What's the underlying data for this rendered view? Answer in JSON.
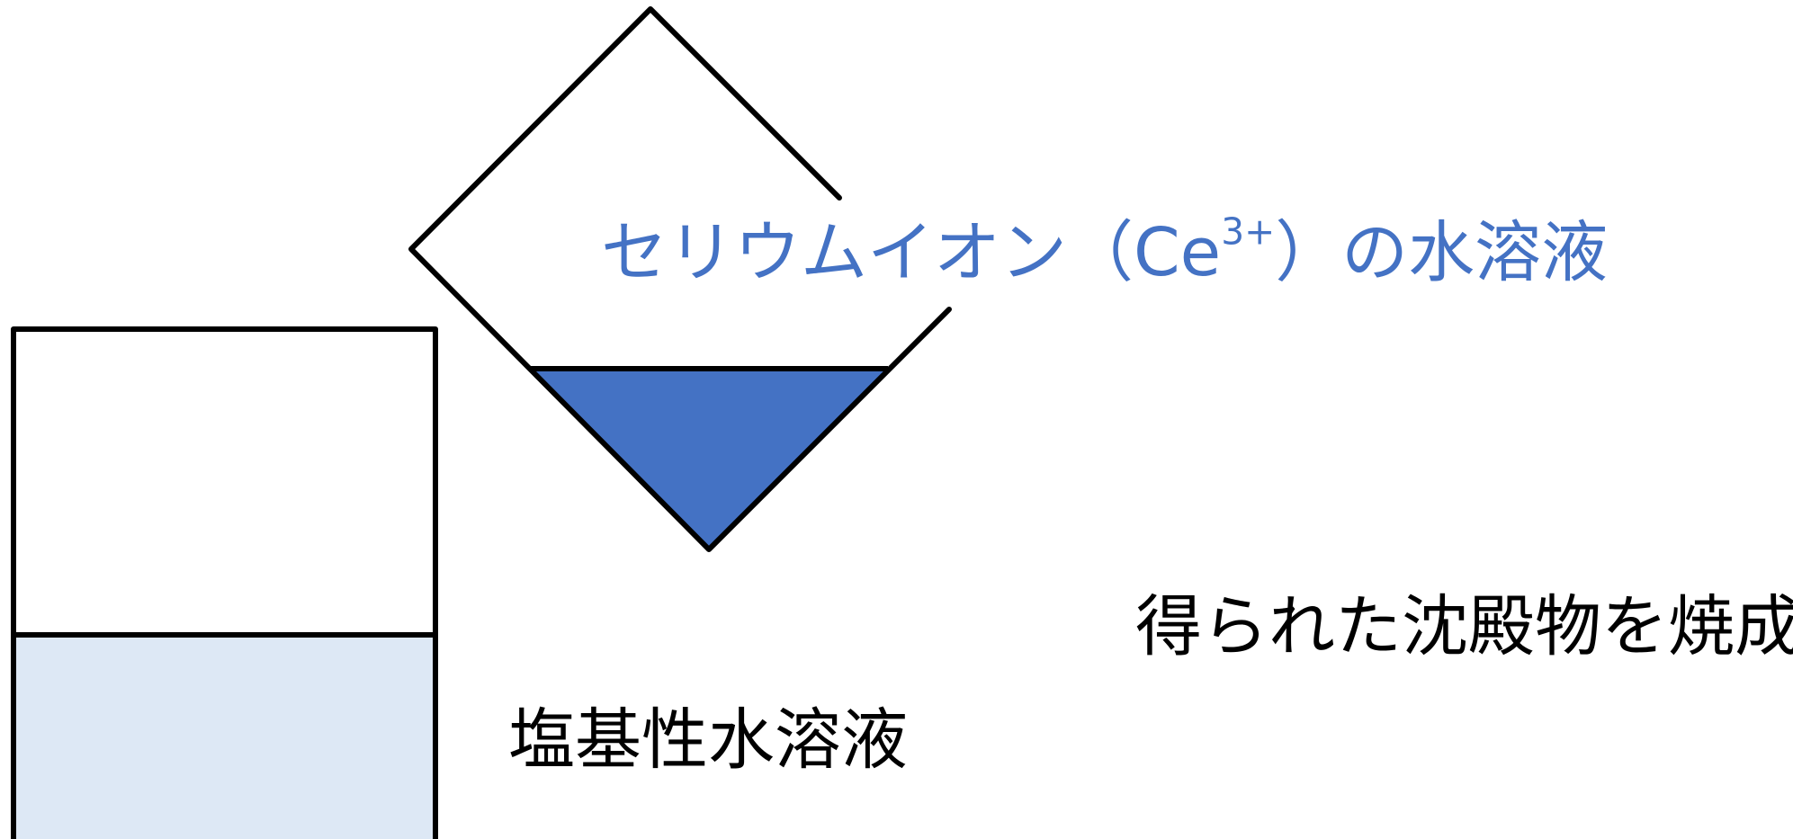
{
  "labels": {
    "cerium_solution_prefix": "セリウムイオン（Ce",
    "cerium_charge": "3+",
    "cerium_solution_suffix": "）の水溶液",
    "basic_solution": "塩基性水溶液",
    "calcination_step": "得られた沈殿物を焼成"
  },
  "colors": {
    "cerium_liquid": "#4472c4",
    "cerium_text": "#4472c4",
    "basic_liquid": "#dde8f5",
    "outline": "#000000",
    "text": "#000000"
  }
}
